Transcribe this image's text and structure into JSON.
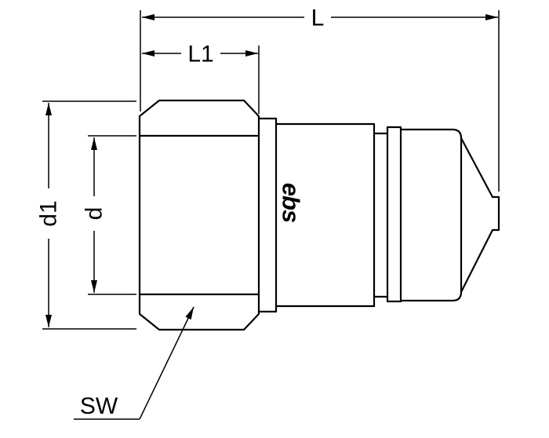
{
  "page": {
    "background": "#ffffff",
    "line_color": "#000000",
    "type_note": "technical dimension drawing of quick-coupling plug"
  },
  "labels": {
    "L": "L",
    "L1": "L1",
    "d1": "d1",
    "d": "d",
    "SW": "SW"
  },
  "part": {
    "logo": "ebs"
  }
}
